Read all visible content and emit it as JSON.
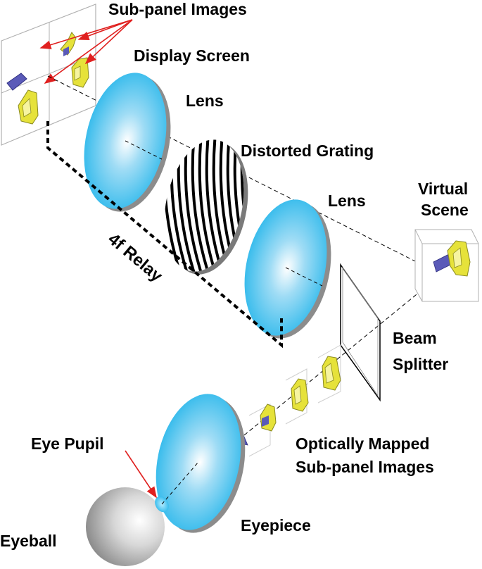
{
  "labels": {
    "sub_panel_images": "Sub-panel Images",
    "display_screen": "Display Screen",
    "lens_1": "Lens",
    "distorted_grating": "Distorted Grating",
    "lens_2": "Lens",
    "virtual_scene_line1": "Virtual",
    "virtual_scene_line2": "Scene",
    "relay": "4f Relay",
    "beam_splitter_line1": "Beam",
    "beam_splitter_line2": "Splitter",
    "optically_mapped_line1": "Optically Mapped",
    "optically_mapped_line2": "Sub-panel Images",
    "eye_pupil": "Eye Pupil",
    "eyepiece": "Eyepiece",
    "eyeball": "Eyeball"
  },
  "colors": {
    "lens_blue": "#1fb4ea",
    "arrow_red": "#e0201f",
    "object_yellow": "#e6e23a",
    "object_blue": "#5a5ab8"
  }
}
